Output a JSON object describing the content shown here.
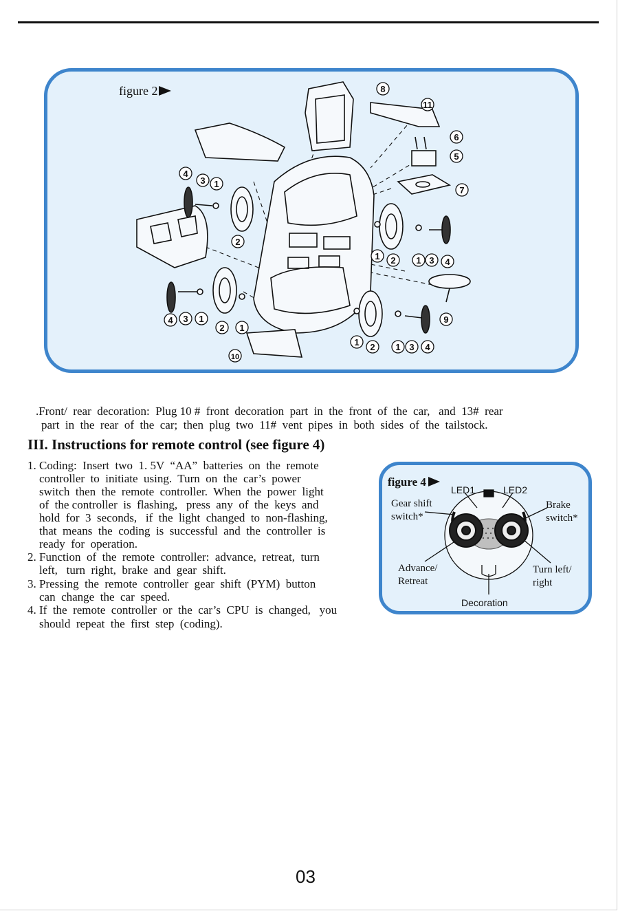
{
  "figure2": {
    "label": "figure 2",
    "callouts": [
      "8",
      "11",
      "6",
      "5",
      "7",
      "4",
      "3",
      "1",
      "2",
      "1",
      "2",
      "1",
      "3",
      "4",
      "4",
      "3",
      "1",
      "2",
      "1",
      "1",
      "2",
      "1",
      "3",
      "4",
      "9",
      "10"
    ]
  },
  "paragraph_decoration": [
    ".Front/  rear  decoration:  Plug 10 #  front  decoration  part  in  the  front  of  the  car,   and  13#  rear",
    "part  in  the  rear  of  the  car;  then  plug  two  11#  vent  pipes  in  both  sides  of  the  tailstock."
  ],
  "section_heading": "III.  Instructions  for  remote  control (see  figure  4)",
  "instructions": [
    "1. Coding:  Insert  two  1. 5V  “AA”  batteries  on  the  remote",
    "    controller  to  initiate  using.  Turn  on  the  car’s  power",
    "    switch  then  the  remote  controller.  When  the  power  light",
    "    of  the controller  is  flashing,   press  any  of  the  keys  and",
    "    hold  for  3  seconds,   if  the  light  changed  to  non-flashing,",
    "    that  means  the  coding  is  successful  and  the  controller  is",
    "    ready  for  operation.",
    "2. Function  of  the  remote  controller:  advance,  retreat,  turn",
    "    left,   turn  right,  brake  and  gear  shift.",
    "3. Pressing  the  remote  controller  gear  shift  (PYM)  button",
    "    can  change  the  car  speed.",
    "4. If  the  remote  controller  or  the  car’s  CPU  is  changed,   you",
    "    should  repeat  the  first  step  (coding)."
  ],
  "figure4": {
    "label": "figure 4",
    "led1": "LED1",
    "led2": "LED2",
    "gear_shift": [
      "Gear  shift",
      "switch*"
    ],
    "brake": [
      "Brake",
      "switch*"
    ],
    "advance": [
      "Advance/",
      "Retreat"
    ],
    "turn": [
      "Turn  left/",
      "right"
    ],
    "decoration": "Decoration"
  },
  "page_number": "03",
  "colors": {
    "frame": "#3e85cc",
    "panel_fill": "#e4f1fb",
    "ink": "#111111"
  }
}
